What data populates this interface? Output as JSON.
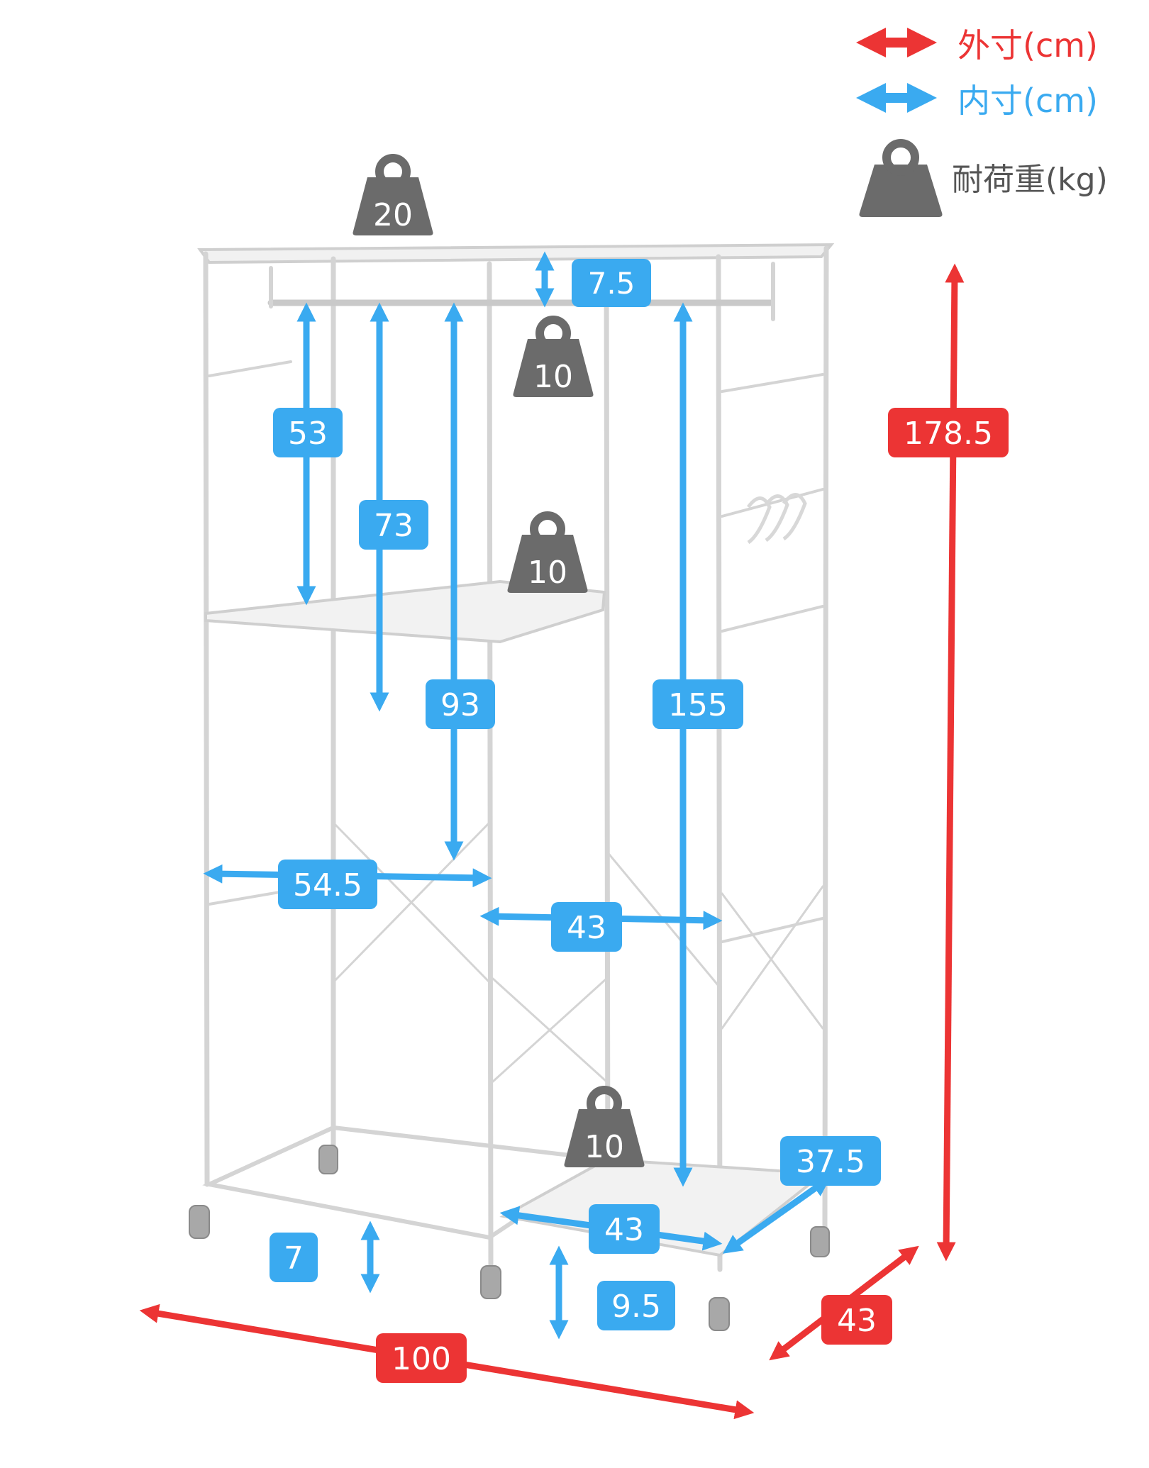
{
  "colors": {
    "outer": "#ec3434",
    "inner": "#3aaaf0",
    "weight": "#6b6b6b",
    "frame": "#e3e3e3",
    "frame_edge": "#c7c7c7",
    "wheel": "#9a9a9a"
  },
  "legend": {
    "outer_label": "外寸(cm)",
    "inner_label": "内寸(cm)",
    "weight_label": "耐荷重(kg)"
  },
  "weights": {
    "top": "20",
    "rod_shelf": "10",
    "middle_shelf": "10",
    "bottom_shelf": "10"
  },
  "outer_dimensions": {
    "height": "178.5",
    "width": "100",
    "depth": "43"
  },
  "inner_dimensions": {
    "top_gap": "7.5",
    "upper_left": "53",
    "hang_left": "73",
    "hang_middle": "93",
    "hang_right": "155",
    "width_left": "54.5",
    "width_right": "43",
    "bottom_width": "43",
    "bottom_depth": "37.5",
    "clearance_left": "7",
    "clearance_right": "9.5"
  }
}
